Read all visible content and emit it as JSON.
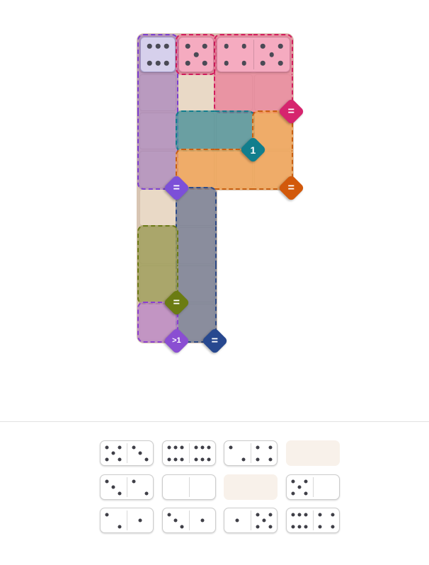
{
  "game": {
    "board": {
      "cells": [
        [
          0,
          0
        ],
        [
          1,
          0
        ],
        [
          2,
          0
        ],
        [
          3,
          0
        ],
        [
          0,
          1
        ],
        [
          1,
          1
        ],
        [
          2,
          1
        ],
        [
          3,
          1
        ],
        [
          0,
          2
        ],
        [
          1,
          2
        ],
        [
          2,
          2
        ],
        [
          3,
          2
        ],
        [
          0,
          3
        ],
        [
          1,
          3
        ],
        [
          2,
          3
        ],
        [
          3,
          3
        ],
        [
          0,
          4
        ],
        [
          1,
          4
        ],
        [
          0,
          5
        ],
        [
          1,
          5
        ],
        [
          0,
          6
        ],
        [
          1,
          6
        ],
        [
          0,
          7
        ],
        [
          1,
          7
        ]
      ],
      "plain_cells": [
        [
          1,
          1
        ],
        [
          0,
          4
        ]
      ],
      "regions": [
        {
          "name": "purple-column",
          "stroke": "#7b3fd0",
          "fill": "rgba(151,108,198,0.5)",
          "cells": [
            [
              0,
              0
            ],
            [
              0,
              1
            ],
            [
              0,
              2
            ],
            [
              0,
              3
            ]
          ]
        },
        {
          "name": "pink-single",
          "stroke": "#d11d5e",
          "fill": "rgba(238,128,155,0.72)",
          "cells": [
            [
              1,
              0
            ]
          ]
        },
        {
          "name": "pink-square",
          "stroke": "#d11d5e",
          "fill": "rgba(238,128,155,0.72)",
          "cells": [
            [
              2,
              0
            ],
            [
              3,
              0
            ],
            [
              2,
              1
            ],
            [
              3,
              1
            ]
          ]
        },
        {
          "name": "teal-pair",
          "stroke": "#117e8d",
          "fill": "rgba(74,148,156,0.78)",
          "cells": [
            [
              1,
              2
            ],
            [
              2,
              2
            ]
          ]
        },
        {
          "name": "orange-l",
          "stroke": "#c95f10",
          "fill": "rgba(243,166,88,0.82)",
          "cells": [
            [
              3,
              2
            ],
            [
              1,
              3
            ],
            [
              2,
              3
            ],
            [
              3,
              3
            ]
          ]
        },
        {
          "name": "slate-column",
          "stroke": "#2c4a88",
          "fill": "rgba(118,126,150,0.8)",
          "cells": [
            [
              1,
              4
            ],
            [
              1,
              5
            ],
            [
              1,
              6
            ],
            [
              1,
              7
            ]
          ]
        },
        {
          "name": "olive-pair",
          "stroke": "#6b7a16",
          "fill": "rgba(158,158,88,0.8)",
          "cells": [
            [
              0,
              5
            ],
            [
              0,
              6
            ]
          ]
        },
        {
          "name": "purple-single",
          "stroke": "#8a3fd0",
          "fill": "rgba(188,136,198,0.8)",
          "cells": [
            [
              0,
              7
            ]
          ]
        }
      ],
      "badges": [
        {
          "symbol": "=",
          "name": "equal",
          "color": "#d6246e",
          "vertex": [
            4,
            2
          ]
        },
        {
          "symbol": "1",
          "name": "one",
          "color": "#117e8d",
          "vertex": [
            3,
            3
          ]
        },
        {
          "symbol": "=",
          "name": "equal",
          "color": "#d2590b",
          "vertex": [
            4,
            4
          ]
        },
        {
          "symbol": "=",
          "name": "equal",
          "color": "#7c50d8",
          "vertex": [
            1,
            4
          ]
        },
        {
          "symbol": "=",
          "name": "equal",
          "color": "#6b7c12",
          "vertex": [
            1,
            7
          ]
        },
        {
          "symbol": ">1",
          "name": "greater-than-one",
          "color": "#8a4ed2",
          "vertex": [
            1,
            8
          ]
        },
        {
          "symbol": "=",
          "name": "equal",
          "color": "#27488f",
          "vertex": [
            2,
            8
          ]
        }
      ],
      "placed_tiles": [
        {
          "pips": [
            6
          ],
          "cells": [
            [
              0,
              0
            ]
          ],
          "bg": "#d6d0ec",
          "border": "#a29ac9",
          "pip_color": "#4a4a55"
        },
        {
          "pips": [
            5
          ],
          "cells": [
            [
              1,
              0
            ]
          ],
          "bg": "#f5abc0",
          "border": "#d2839c",
          "pip_color": "#4a4a55"
        },
        {
          "pips": [
            4,
            5
          ],
          "cells": [
            [
              2,
              0
            ],
            [
              3,
              0
            ]
          ],
          "bg": "#f5abc0",
          "border": "#d2839c",
          "pip_color": "#4a4a55"
        }
      ]
    },
    "tray": {
      "slots": [
        [
          {
            "pips": [
              5,
              3
            ]
          },
          {
            "pips": [
              6,
              6
            ]
          },
          {
            "pips": [
              2,
              4
            ]
          },
          {
            "empty": true
          }
        ],
        [
          {
            "pips": [
              3,
              2
            ]
          },
          {
            "pips": [
              0,
              0
            ]
          },
          {
            "empty": true
          },
          {
            "pips": [
              5,
              0
            ]
          }
        ],
        [
          {
            "pips": [
              2,
              1
            ]
          },
          {
            "pips": [
              3,
              1
            ]
          },
          {
            "pips": [
              1,
              5
            ]
          },
          {
            "pips": [
              6,
              4
            ]
          }
        ]
      ]
    },
    "colors": {
      "page_bg": "#ffffff",
      "board_bg": "#d8c5b3",
      "cell_bg": "#dbc9b8",
      "plain_cell_bg": "#e9d9c6",
      "domino_bg": "#ffffff",
      "domino_border": "#cccccc",
      "domino_divider": "#d8d8d8",
      "pip": "#3f3f47",
      "empty_slot": "#f8f1ea",
      "divider": "#e2e2e2"
    }
  }
}
